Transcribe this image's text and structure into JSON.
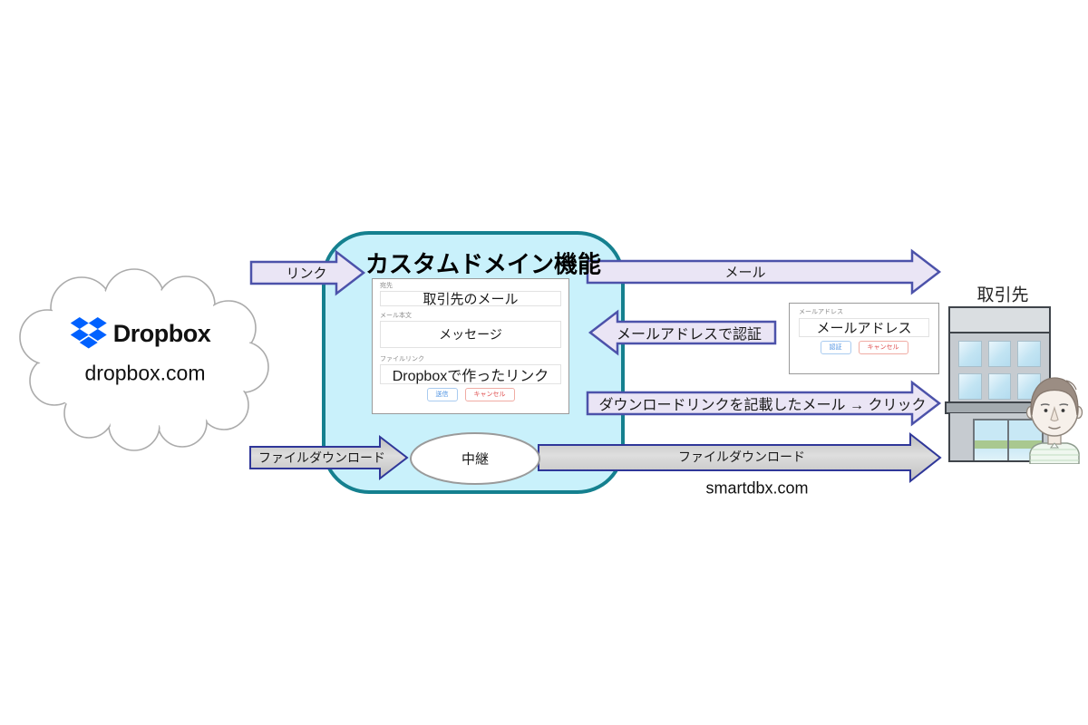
{
  "cloud": {
    "brand": "Dropbox",
    "domain": "dropbox.com"
  },
  "main_box": {
    "title": "カスタムドメイン機能",
    "relay_label": "中継",
    "mail_form": {
      "to_label": "宛先",
      "to_value": "取引先のメール",
      "body_label": "メール本文",
      "body_value": "メッセージ",
      "file_link_label": "ファイルリンク",
      "file_link_value": "Dropboxで作ったリンク",
      "send_button": "送信",
      "cancel_button": "キャンセル"
    }
  },
  "auth_form": {
    "address_label": "メールアドレス",
    "address_value": "メールアドレス",
    "auth_button": "認証",
    "cancel_button": "キャンセル"
  },
  "arrows": {
    "link": "リンク",
    "mail": "メール",
    "auth": "メールアドレスで認証",
    "download_mail": "ダウンロードリンクを記載したメール → クリック",
    "file_download_left": "ファイルダウンロード",
    "file_download_right": "ファイルダウンロード"
  },
  "partner": {
    "label": "取引先"
  },
  "footer_domain": "smartdbx.com",
  "colors": {
    "dropbox_blue": "#0061FF",
    "box_fill": "#C9F1FB",
    "box_border": "#15808F",
    "arrow_purple_fill": "#EAE5F5",
    "arrow_purple_border": "#4C52AA",
    "arrow_gray_fill": "#C9C9C9",
    "arrow_gray_border": "#2F3799",
    "send_button_blue": "#4A90E2",
    "cancel_button_red": "#E05050"
  }
}
